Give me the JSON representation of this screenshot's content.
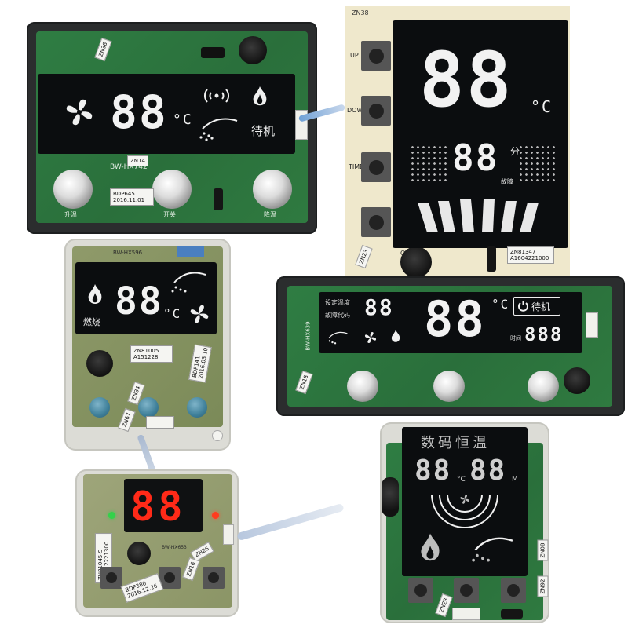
{
  "panel_1": {
    "display": {
      "digits": "88",
      "unit": "°C",
      "status": "待机"
    },
    "pcb_tags": {
      "model_top": "ZN36",
      "model": "BW-HX742",
      "board_tag_1": "BDP645",
      "board_tag_2": "2016.11.01",
      "zn_tag": "ZN14"
    },
    "buttons": [
      "升温",
      "开关",
      "降温"
    ]
  },
  "panel_2": {
    "display": {
      "digits": "88",
      "unit": "°C",
      "timer_digits": "88",
      "timer_unit": "分",
      "fault_label": "故障"
    },
    "pcb_tags": {
      "top_tag": "ZN38",
      "sticker_1": "ZN81347",
      "sticker_2": "A1604221000",
      "side_tag": "ZN23"
    },
    "button_labels": [
      "UP",
      "DOWN",
      "TIME",
      "OFF"
    ]
  },
  "panel_3": {
    "display": {
      "digits": "88",
      "unit": "°C",
      "burn_label": "燃烧"
    },
    "pcb_tags": {
      "model": "BW-HX596",
      "sticker_1": "ZN81005",
      "sticker_2": "A151228",
      "sticker_3": "BDP141",
      "sticker_4": "2016.03.10",
      "zn_tag_1": "ZN34",
      "zn_tag_2": "ZN67"
    }
  },
  "panel_4": {
    "display": {
      "set_temp_label": "设定温度",
      "fault_code_label": "故障代码",
      "small_digits": "88",
      "big_digits": "88",
      "unit": "°C",
      "status": "待机",
      "time_label": "时间",
      "time_digits": "888"
    },
    "pcb_tags": {
      "model": "BW-HX639",
      "zn_tag": "ZN18"
    }
  },
  "panel_5": {
    "display": {
      "digits": "88"
    },
    "pcb_tags": {
      "sticker_1": "ZN81045-S",
      "sticker_2": "A1512221300",
      "sticker_3": "BDP380",
      "sticker_4": "2016.12.26",
      "zn_tag_1": "ZN26",
      "zn_tag_2": "ZN16",
      "model": "BW-HX653"
    }
  },
  "panel_6": {
    "display": {
      "title": "数码恒温",
      "digits_left": "88",
      "unit_left": "°C",
      "digits_right": "88",
      "unit_right": "M"
    },
    "pcb_tags": {
      "zn_tag_1": "ZN23",
      "zn_tag_2": "ZN92",
      "zn_tag_3": "ZN08"
    }
  },
  "colors": {
    "pcb_green": "#2f7d43",
    "lcd_black": "#0b0d0f",
    "digit_white": "#f2f2f2",
    "led_red": "#ff2a18",
    "case_dark": "#2b2d2e",
    "case_light": "#dcdcd6"
  }
}
